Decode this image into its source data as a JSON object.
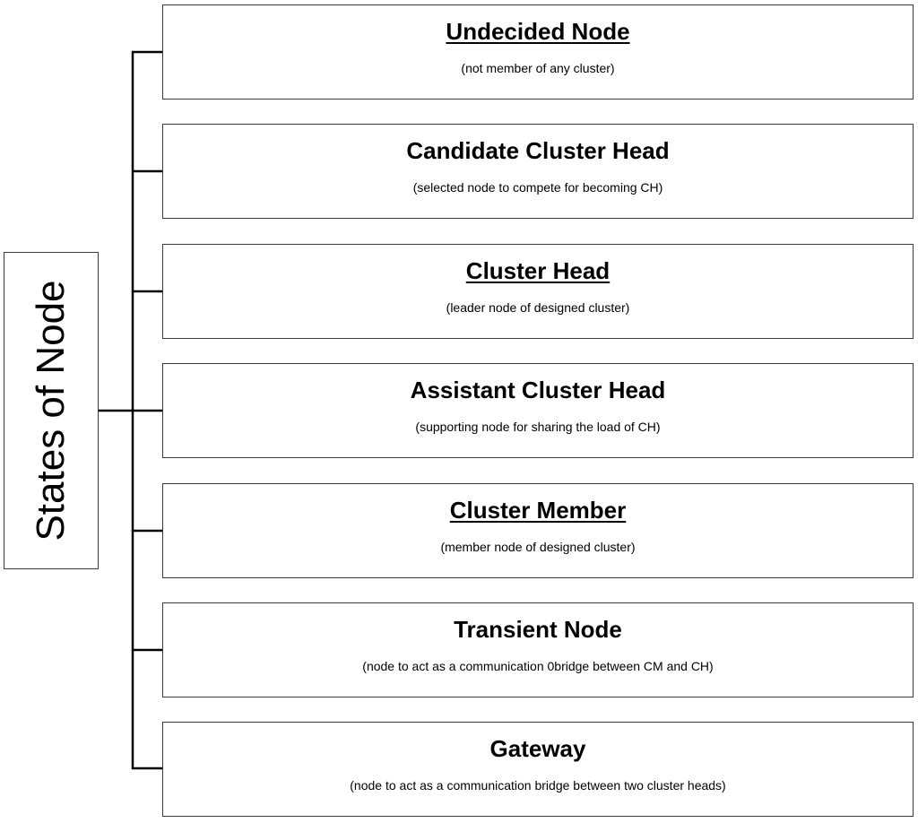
{
  "diagram": {
    "root": {
      "label": "States of Node"
    },
    "states": [
      {
        "title": "Undecided Node",
        "description": "(not member of any cluster)",
        "underlined": true
      },
      {
        "title": "Candidate Cluster Head",
        "description": "(selected node to compete for becoming CH)",
        "underlined": false
      },
      {
        "title": "Cluster Head",
        "description": "(leader node of designed cluster)",
        "underlined": true
      },
      {
        "title": "Assistant Cluster Head",
        "description": "(supporting node for sharing the load of CH)",
        "underlined": false
      },
      {
        "title": "Cluster Member",
        "description": "(member node of designed cluster)",
        "underlined": true
      },
      {
        "title": "Transient Node",
        "description": "(node to act as a communication 0bridge between CM and CH)",
        "underlined": false
      },
      {
        "title": "Gateway",
        "description": "(node to act as a communication bridge between two cluster heads)",
        "underlined": false
      }
    ]
  }
}
